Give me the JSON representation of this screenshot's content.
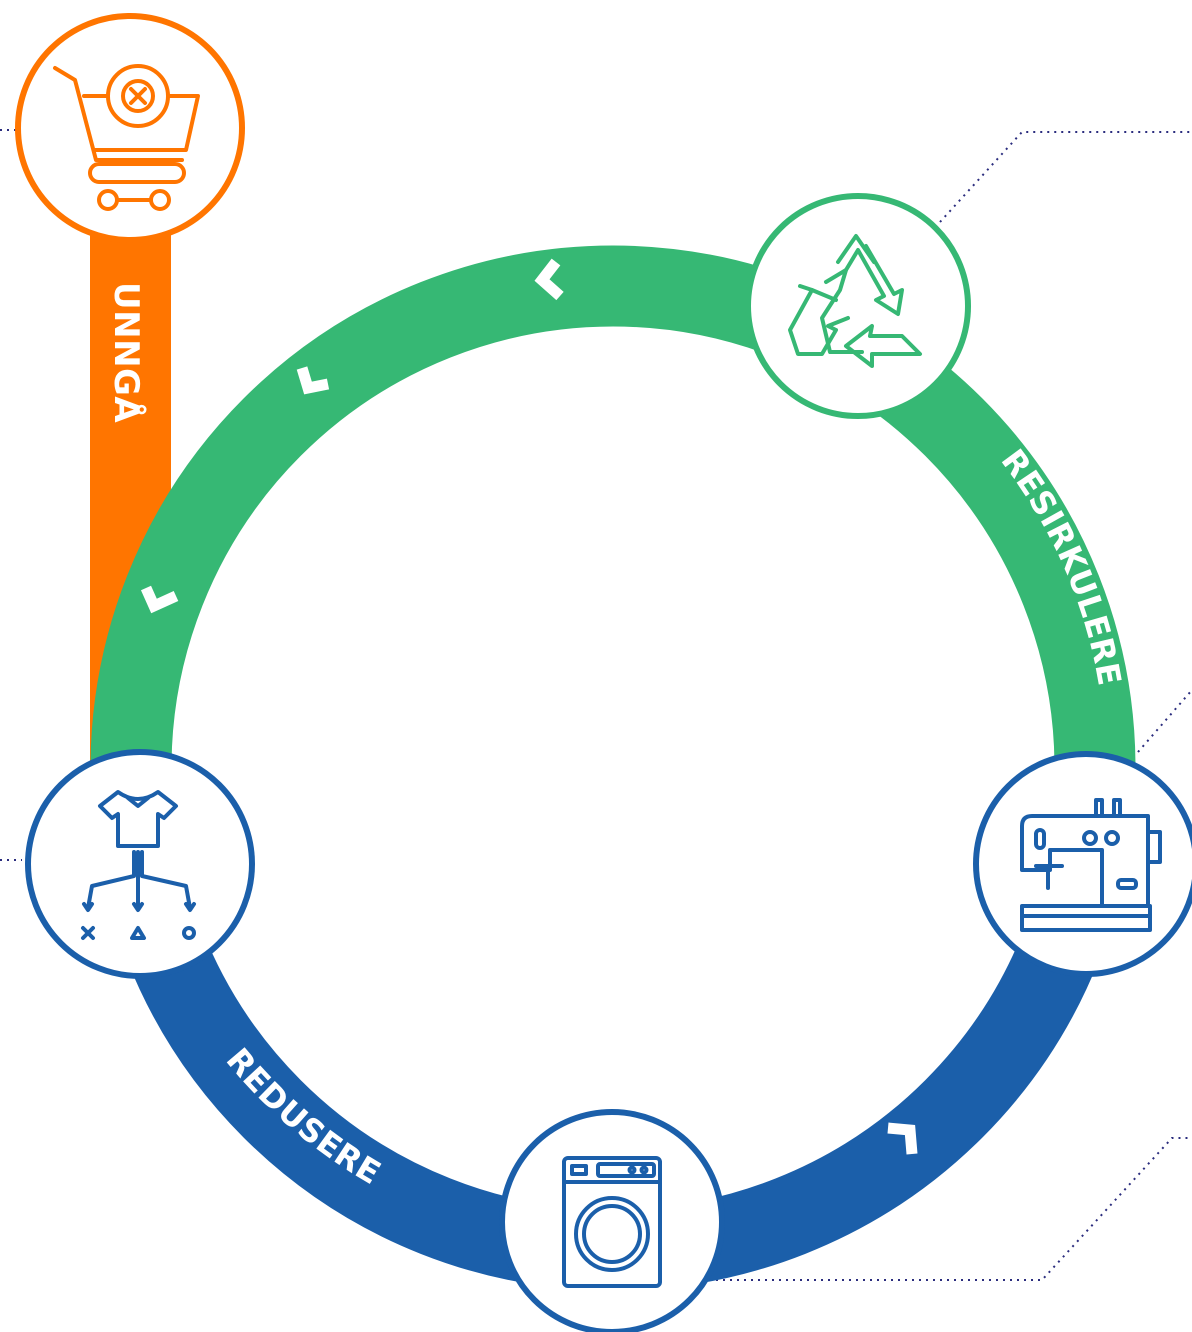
{
  "stages": {
    "avoid": {
      "label": "UNNGÅ",
      "color": "#FF7500",
      "icon": "shopping-cart-cancel-icon"
    },
    "recycle": {
      "label": "RESIRKULERE",
      "color": "#36B874",
      "icon": "recycle-icon"
    },
    "reduce": {
      "label": "REDUSERE",
      "color": "#1B5FAA",
      "icon": "washing-machine-icon"
    }
  },
  "nodes": [
    {
      "id": "avoid",
      "icon": "shopping-cart-cancel-icon"
    },
    {
      "id": "recycle",
      "icon": "recycle-icon"
    },
    {
      "id": "repair",
      "icon": "sewing-machine-icon"
    },
    {
      "id": "wash",
      "icon": "washing-machine-icon"
    },
    {
      "id": "choose",
      "icon": "tshirt-choices-icon"
    }
  ],
  "connector_color": "#2B2D7E"
}
